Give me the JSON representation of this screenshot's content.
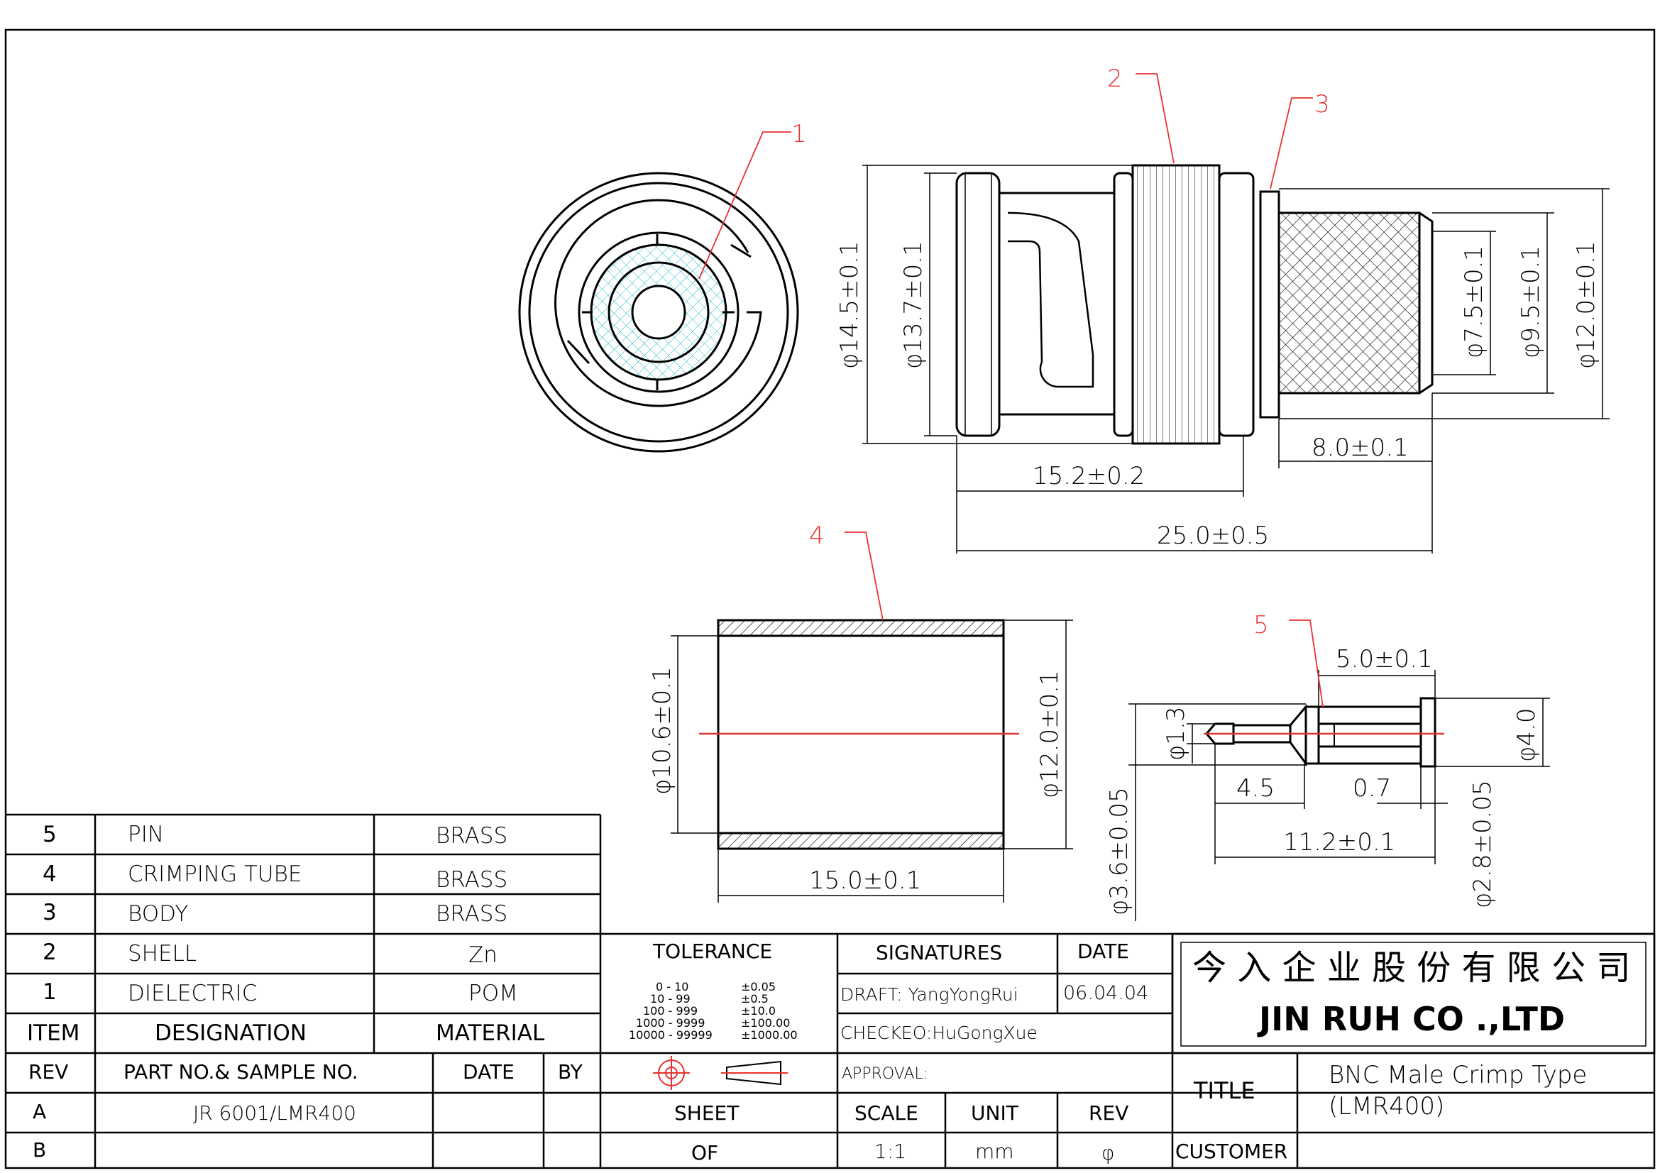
{
  "balloons": {
    "b1": "1",
    "b2": "2",
    "b3": "3",
    "b4": "4",
    "b5": "5"
  },
  "dims": {
    "d145": "φ14.5±0.1",
    "d137": "φ13.7±0.1",
    "d75": "φ7.5±0.1",
    "d95": "φ9.5±0.1",
    "d120a": "φ12.0±0.1",
    "l80": "8.0±0.1",
    "l152": "15.2±0.2",
    "l250": "25.0±0.5",
    "d106": "φ10.6±0.1",
    "d120b": "φ12.0±0.1",
    "l150": "15.0±0.1",
    "l50": "5.0±0.1",
    "d13": "φ1.3",
    "d40": "φ4.0",
    "l45": "4.5",
    "l07": "0.7",
    "l112": "11.2±0.1",
    "d36": "φ3.6±0.05",
    "d28": "φ2.8±0.05"
  },
  "bom": [
    {
      "item": "5",
      "designation": "PIN",
      "material": "BRASS"
    },
    {
      "item": "4",
      "designation": "CRIMPING  TUBE",
      "material": "BRASS"
    },
    {
      "item": "3",
      "designation": "BODY",
      "material": "BRASS"
    },
    {
      "item": "2",
      "designation": "SHELL",
      "material": "Zn"
    },
    {
      "item": "1",
      "designation": "DIELECTRIC",
      "material": "POM"
    }
  ],
  "headers": {
    "item": "ITEM",
    "designation": "DESIGNATION",
    "material": "MATERIAL",
    "rev": "REV",
    "part": "PART NO.& SAMPLE NO.",
    "date": "DATE",
    "by": "BY"
  },
  "revisions": [
    {
      "rev": "A",
      "part": "JR 6001/LMR400"
    },
    {
      "rev": "B",
      "part": ""
    }
  ],
  "tolerance": {
    "title": "TOLERANCE",
    "rows": [
      {
        "range": "0  -  10",
        "tol": "±0.05"
      },
      {
        "range": "10  -  99",
        "tol": "±0.5"
      },
      {
        "range": "100  -  999",
        "tol": "±10.0"
      },
      {
        "range": "1000  -  9999",
        "tol": "±100.00"
      },
      {
        "range": "10000  -  99999",
        "tol": "±1000.00"
      }
    ]
  },
  "signatures": {
    "title": "SIGNATURES",
    "date_title": "DATE",
    "draft": "DRAFT: YangYongRui",
    "draft_date": "06.04.04",
    "checked": "CHECKEO:HuGongXue",
    "approval": "APPROVAL:"
  },
  "sheet": {
    "sheet": "SHEET",
    "of": "OF",
    "scale": "SCALE",
    "scale_val": "1:1",
    "unit": "UNIT",
    "unit_val": "mm",
    "rev": "REV",
    "rev_val": "φ"
  },
  "company": {
    "chinese": "今 入 企 业 股 份 有 限 公 司",
    "english": "JIN  RUH  CO .,LTD"
  },
  "title_block": {
    "title_label": "TITLE",
    "title_line1": "BNC  Male  Crimp  Type",
    "title_line2": "(LMR400)",
    "customer_label": "CUSTOMER",
    "customer": ""
  },
  "colors": {
    "line": "#000000",
    "leader": "#e8322e",
    "hatch_fill": "#1fb8c8"
  }
}
